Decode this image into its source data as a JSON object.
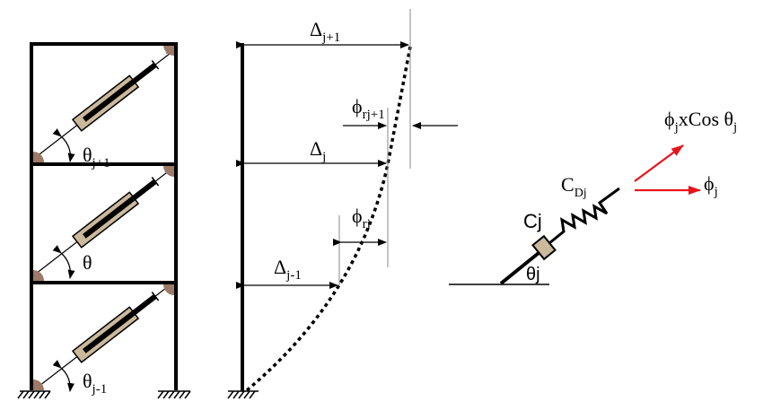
{
  "frame": {
    "angle_labels": [
      {
        "main": "θ",
        "sub": "j+1"
      },
      {
        "main": "θ",
        "sub": ""
      },
      {
        "main": "θ",
        "sub": "j-1"
      }
    ]
  },
  "drift": {
    "deltas": [
      {
        "main": "Δ",
        "sub": "j+1"
      },
      {
        "main": "Δ",
        "sub": "j"
      },
      {
        "main": "Δ",
        "sub": "j-1"
      }
    ],
    "rotations": [
      {
        "main": "ϕ",
        "sub": "rj+1"
      },
      {
        "main": "ϕ",
        "sub": "rj"
      }
    ]
  },
  "damper": {
    "c_label": "Cj",
    "cd_main": "C",
    "cd_sub": "Dj",
    "theta_label": "θj",
    "force_main": "ϕ",
    "force_sub": "j",
    "component_main": "ϕ",
    "component_sub": "j",
    "component_text": "xCos θ",
    "component_sub2": "j"
  },
  "colors": {
    "frame": "#000000",
    "damper": "#cbb99c",
    "joint": "#9c7a68",
    "force": "#e8141c"
  }
}
